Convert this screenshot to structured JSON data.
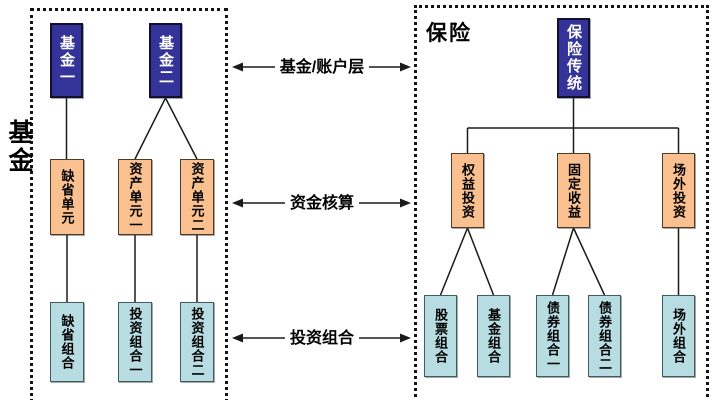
{
  "left": {
    "panel_label": "基金",
    "funds": [
      "基金一",
      "基金二"
    ],
    "units": [
      "缺省单元",
      "资产单元一",
      "资产单元二"
    ],
    "portfolios": [
      "缺省组合",
      "投资组合一",
      "投资组合二"
    ]
  },
  "right": {
    "panel_label": "保险",
    "root": "保险传统",
    "units": [
      "权益投资",
      "固定收益",
      "场外投资"
    ],
    "portfolios": [
      "股票组合",
      "基金组合",
      "债券组合一",
      "债券组合二",
      "场外组合"
    ]
  },
  "layers": [
    "基金/账户层",
    "资金核算",
    "投资组合"
  ],
  "colors": {
    "level1_bg": "#333399",
    "level1_text": "#FFFFFF",
    "level2_bg": "#FAC090",
    "level3_bg": "#B7DDE2",
    "line": "#1A1A1A"
  }
}
